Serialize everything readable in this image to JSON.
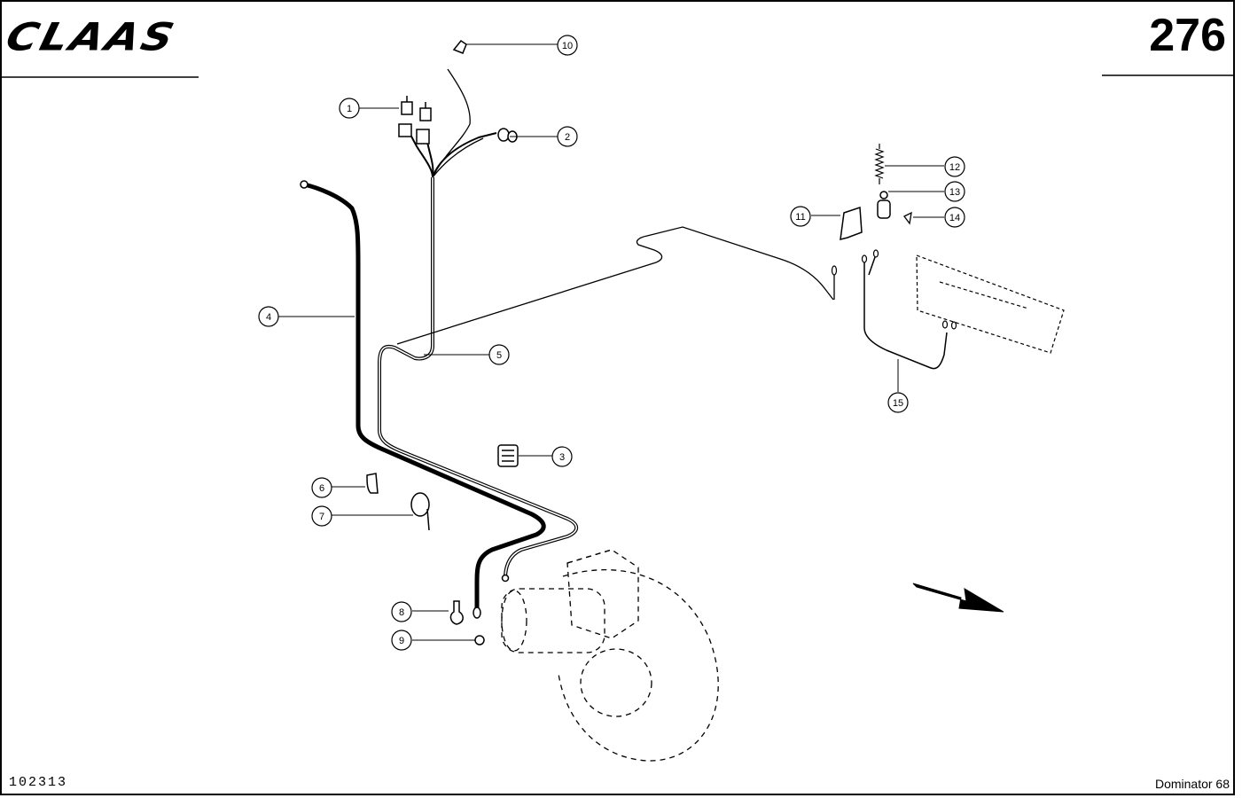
{
  "header": {
    "logo_text": "CLAAS",
    "page_number": "276"
  },
  "footer": {
    "document_id": "102313",
    "model": "Dominator 68"
  },
  "callouts": [
    "1",
    "2",
    "3",
    "4",
    "5",
    "6",
    "7",
    "8",
    "9",
    "10",
    "11",
    "12",
    "13",
    "14",
    "15"
  ],
  "colors": {
    "ink": "#000000",
    "paper": "#ffffff"
  },
  "icons": {
    "direction": "direction-arrow-icon"
  }
}
